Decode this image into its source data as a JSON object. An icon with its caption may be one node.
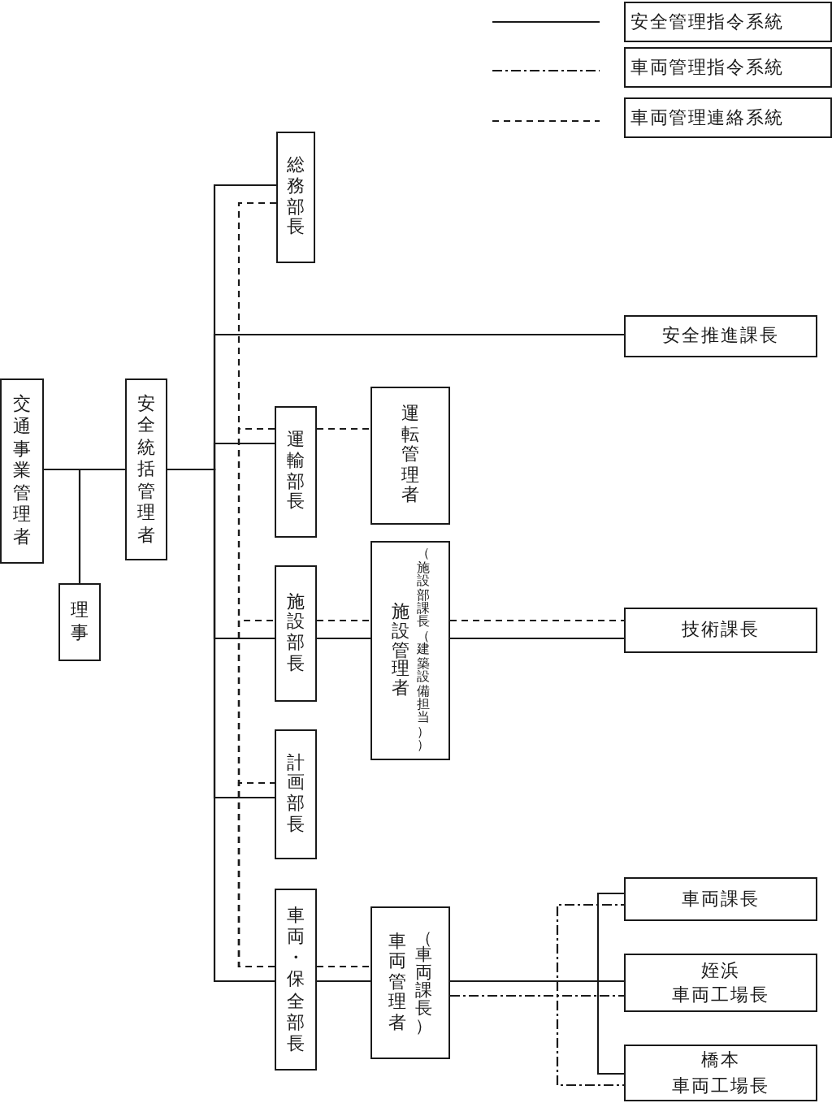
{
  "diagram": {
    "nodes": [
      {
        "text": [
          "交通事業管理者"
        ]
      },
      {
        "text": [
          "理事"
        ]
      },
      {
        "text": [
          "安全統括管理者"
        ]
      },
      {
        "text": [
          "総務部長"
        ]
      },
      {
        "text": [
          "安全推進課長"
        ]
      },
      {
        "text": [
          "運輸部長"
        ]
      },
      {
        "text": [
          "運転管理者"
        ]
      },
      {
        "text": [
          "施設部長"
        ]
      },
      {
        "text": [
          "施設管理者",
          "（施設部課長（建築設備担当））"
        ]
      },
      {
        "text": [
          "技術課長"
        ]
      },
      {
        "text": [
          "計画部長"
        ]
      },
      {
        "text": [
          "車両・保全部長"
        ]
      },
      {
        "text": [
          "車両管理者",
          "（車両課長）"
        ]
      },
      {
        "text": [
          "車両課長"
        ]
      },
      {
        "text": [
          "姪浜",
          "車両工場長"
        ]
      },
      {
        "text": [
          "橋本",
          "車両工場長"
        ]
      }
    ],
    "edges": [
      {
        "from": 0,
        "to": 2,
        "arrow": "none"
      },
      {
        "from": 0,
        "to": 1,
        "arrow": "none"
      },
      {
        "from": 2,
        "to": 3,
        "arrow": "none"
      },
      {
        "from": 2,
        "to": 4,
        "arrow": "none"
      },
      {
        "from": 2,
        "to": 5,
        "arrow": "none"
      },
      {
        "from": 2,
        "to": 7,
        "arrow": "none"
      },
      {
        "from": 2,
        "to": 10,
        "arrow": "none"
      },
      {
        "from": 2,
        "to": 11,
        "arrow": "none"
      },
      {
        "from": 11,
        "to": 3,
        "arrow": "none",
        "style": "dashed"
      },
      {
        "from": 11,
        "to": 5,
        "arrow": "none",
        "style": "dashed"
      },
      {
        "from": 11,
        "to": 7,
        "arrow": "none",
        "style": "dashed"
      },
      {
        "from": 11,
        "to": 10,
        "arrow": "none",
        "style": "dashed"
      },
      {
        "from": 5,
        "to": 6,
        "arrow": "none",
        "style": "dashed"
      },
      {
        "from": 7,
        "to": 8,
        "arrow": "none"
      },
      {
        "from": 7,
        "to": 8,
        "arrow": "none",
        "style": "dashed"
      },
      {
        "from": 8,
        "to": 9,
        "arrow": "none"
      },
      {
        "from": 8,
        "to": 9,
        "arrow": "none",
        "style": "dashed"
      },
      {
        "from": 11,
        "to": 12,
        "arrow": "none"
      },
      {
        "from": 11,
        "to": 12,
        "arrow": "none",
        "style": "dashed"
      },
      {
        "from": 12,
        "to": 13,
        "arrow": "none"
      },
      {
        "from": 12,
        "to": 14,
        "arrow": "none"
      },
      {
        "from": 12,
        "to": 15,
        "arrow": "none"
      },
      {
        "from": 12,
        "to": 13,
        "arrow": "none",
        "style": "dashed"
      },
      {
        "from": 12,
        "to": 14,
        "arrow": "none",
        "style": "dashed"
      },
      {
        "from": 12,
        "to": 15,
        "arrow": "none",
        "style": "dashed"
      }
    ],
    "legend": [
      {
        "text": "安全管理指令系統"
      },
      {
        "text": "車両管理指令系統"
      },
      {
        "text": "車両管理連絡系統"
      }
    ]
  }
}
